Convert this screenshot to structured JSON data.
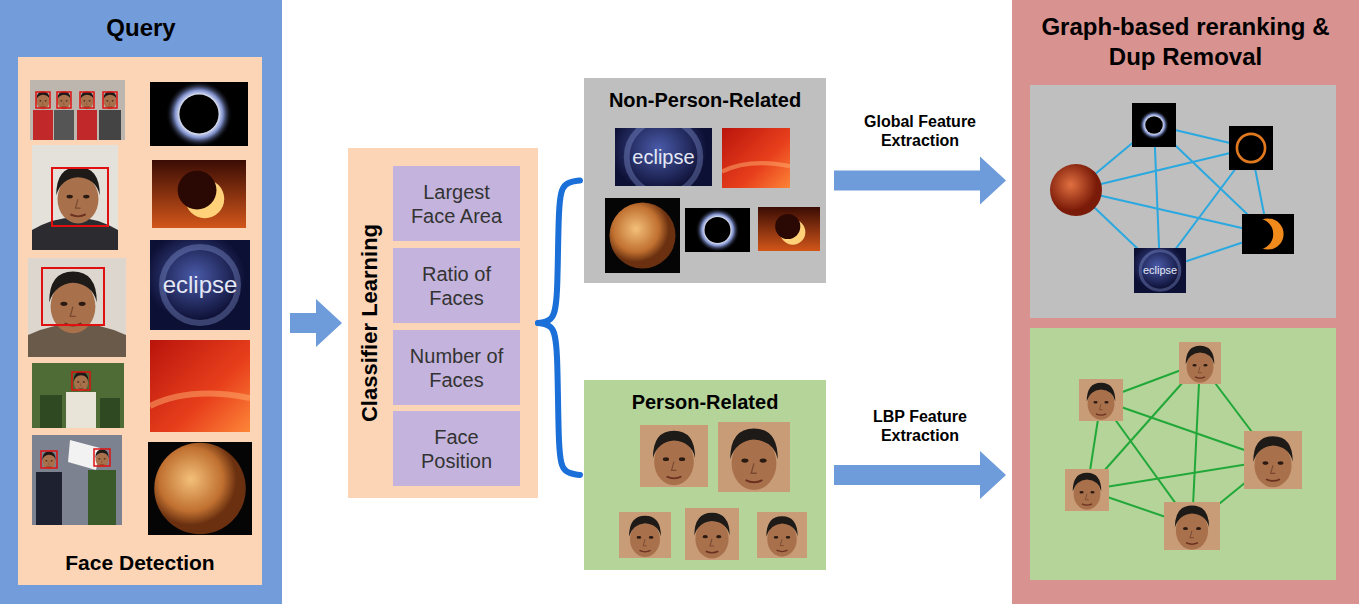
{
  "diagram": {
    "nodes": [
      {
        "text": [
          "Query"
        ]
      },
      {
        "text": [
          "Face Detection"
        ],
        "in": 0
      },
      {
        "text": [
          "Classifier Learning"
        ]
      },
      {
        "text": [
          "Largest Face Area"
        ],
        "in": 2
      },
      {
        "text": [
          "Ratio of Faces"
        ],
        "in": 2
      },
      {
        "text": [
          "Number of Faces"
        ],
        "in": 2
      },
      {
        "text": [
          "Face Position"
        ],
        "in": 2
      },
      {
        "text": [
          "Non-Person-Related"
        ]
      },
      {
        "text": [
          "Person-Related"
        ]
      },
      {
        "text": [
          "Graph-based reranking & Dup Removal"
        ]
      }
    ],
    "edges": [
      {
        "from": 0,
        "to": 2,
        "arrow": "to"
      },
      {
        "from": 2,
        "to": 7,
        "arrow": "none"
      },
      {
        "from": 2,
        "to": 8,
        "arrow": "none"
      },
      {
        "from": 7,
        "to": 9,
        "arrow": "to",
        "label": "Global Feature Extraction"
      },
      {
        "from": 8,
        "to": 9,
        "arrow": "to",
        "label": "LBP Feature Extraction"
      }
    ],
    "labels": [
      "eclipse",
      "eclipse",
      "eclipse"
    ]
  }
}
